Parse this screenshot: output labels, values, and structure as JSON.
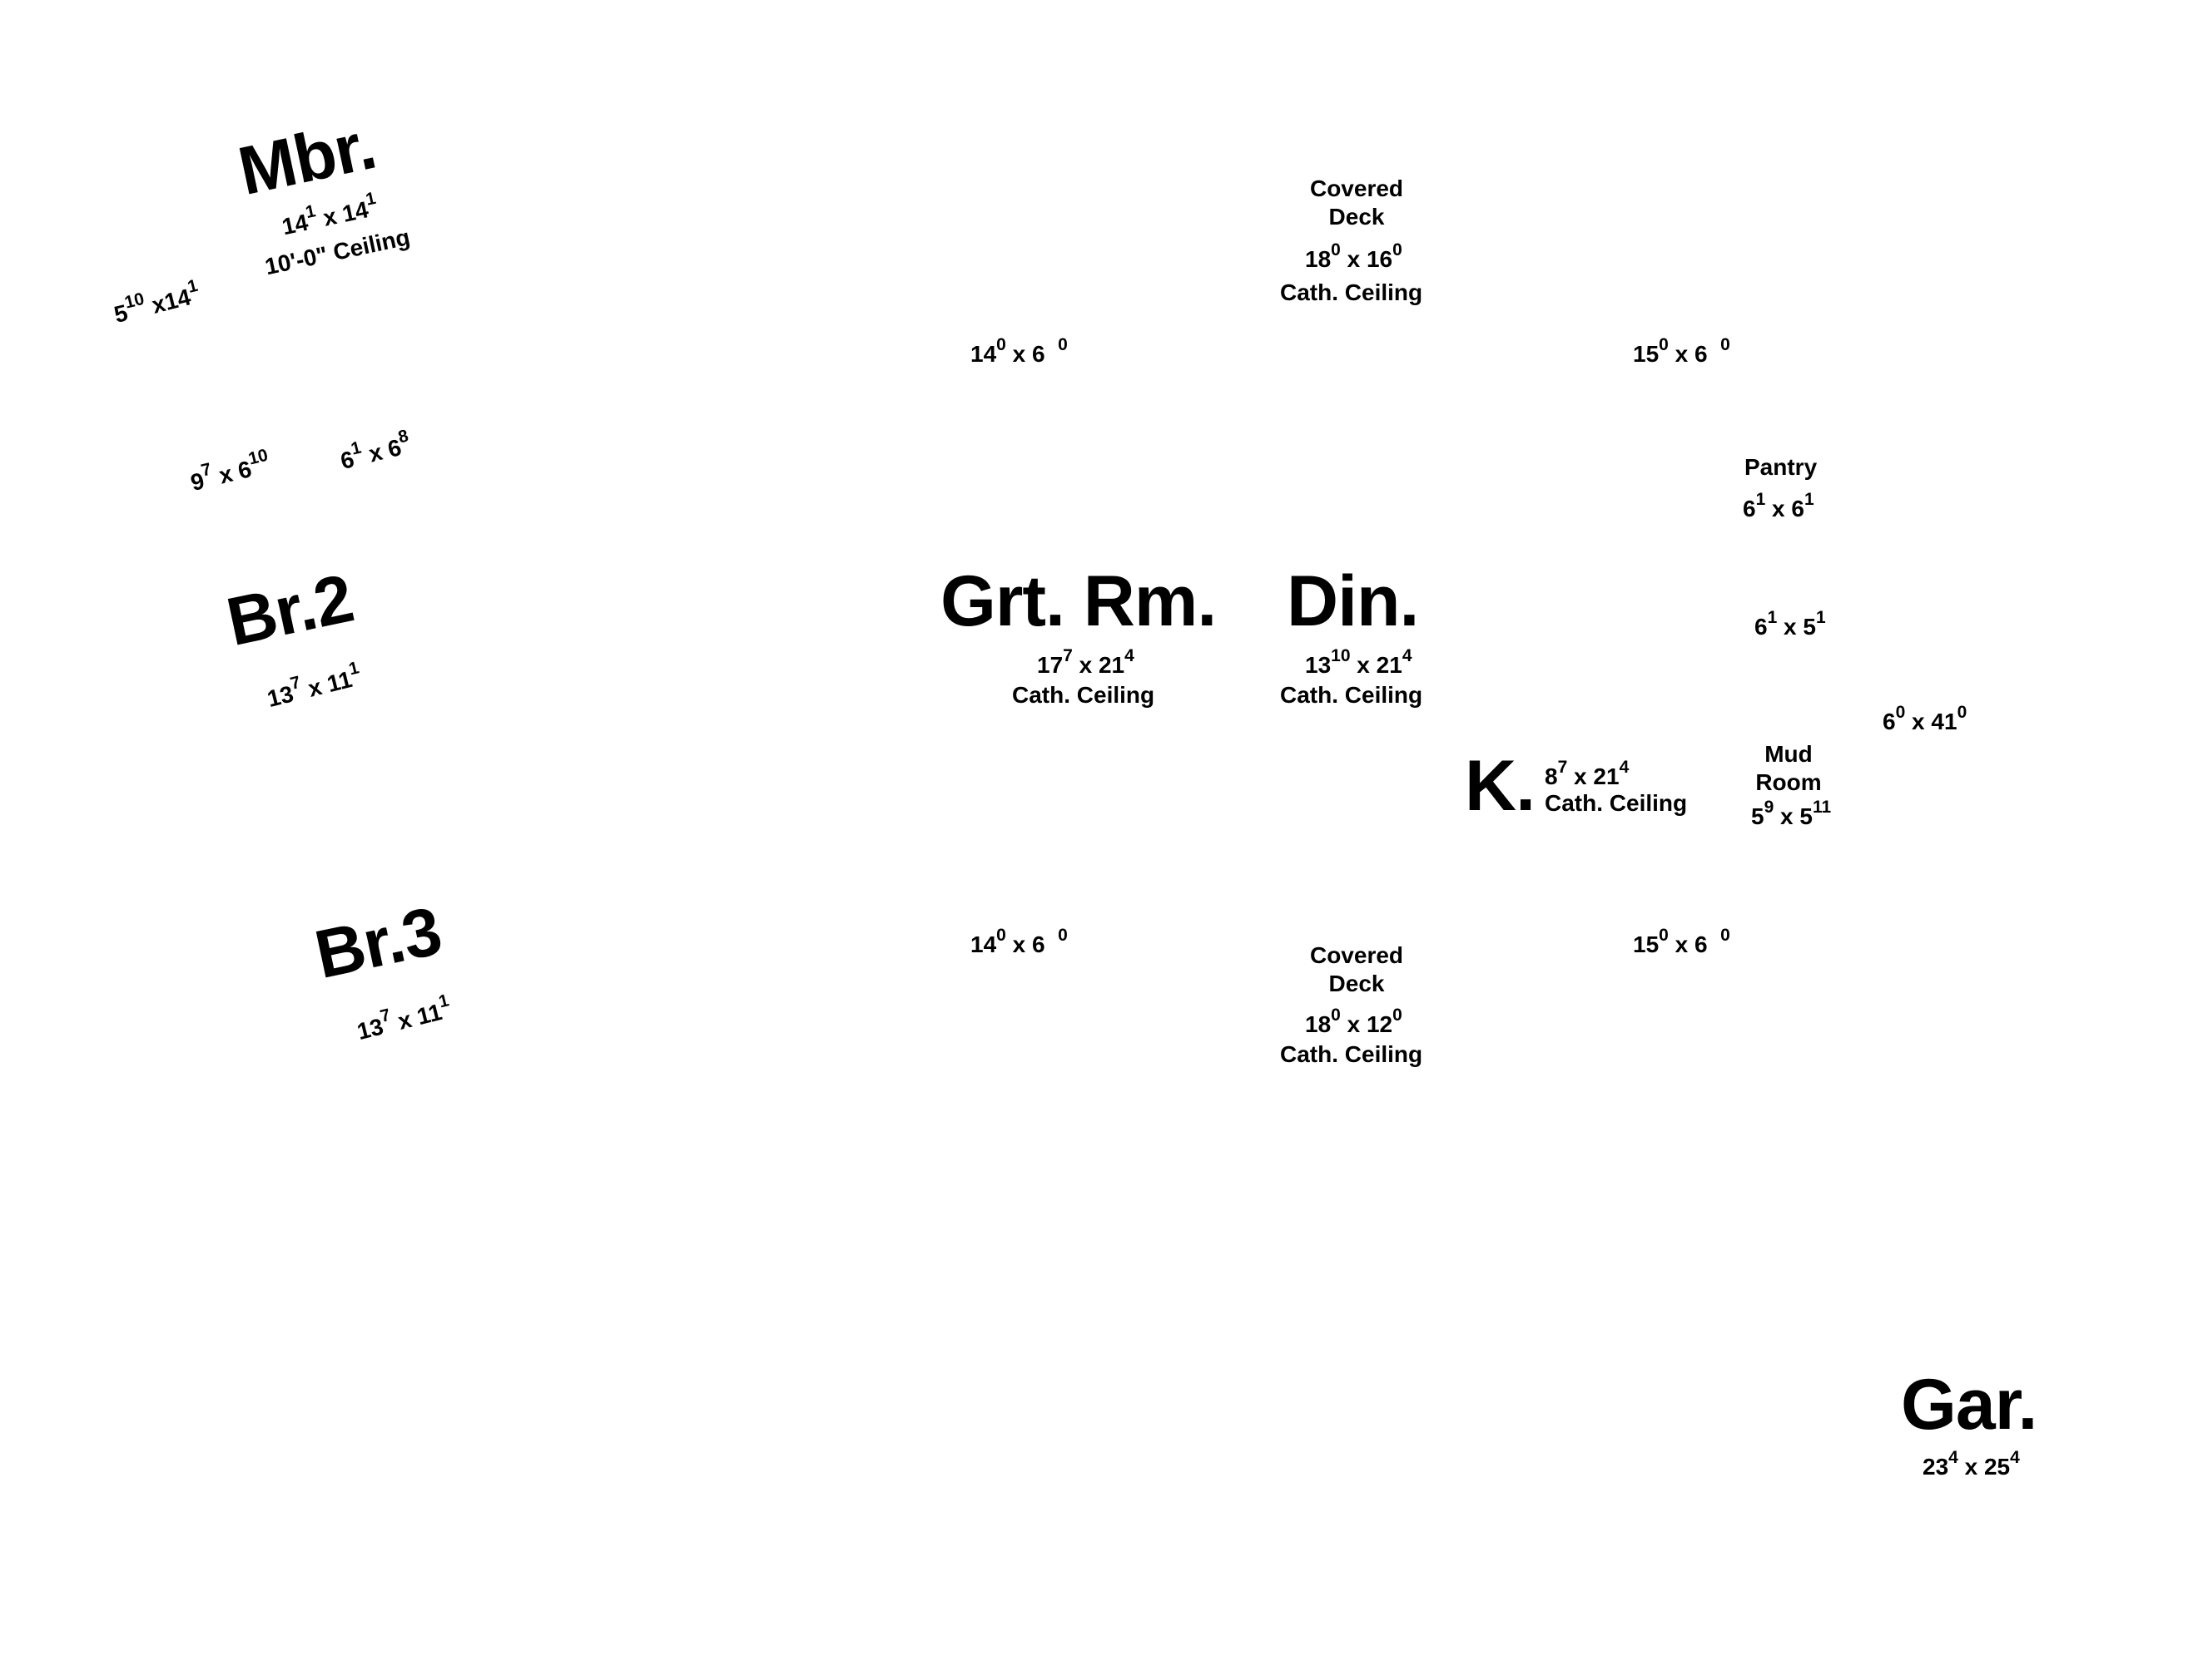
{
  "rooms": {
    "mbr": {
      "name": "Mbr.",
      "dim_a": "14",
      "dim_a_sup": "1",
      "dim_b": "14",
      "dim_b_sup": "1",
      "note": "10'-0\" Ceiling"
    },
    "mbr_closet": {
      "dim_a": "5",
      "dim_a_sup": "10",
      "dim_b": "14",
      "dim_b_sup": "1"
    },
    "bath_a": {
      "dim_a": "9",
      "dim_a_sup": "7",
      "dim_b": "6",
      "dim_b_sup": "10"
    },
    "bath_b": {
      "dim_a": "6",
      "dim_a_sup": "1",
      "dim_b": "6",
      "dim_b_sup": "8"
    },
    "br2": {
      "name": "Br.2",
      "dim_a": "13",
      "dim_a_sup": "7",
      "dim_b": "11",
      "dim_b_sup": "1"
    },
    "br3": {
      "name": "Br.3",
      "dim_a": "13",
      "dim_a_sup": "7",
      "dim_b": "11",
      "dim_b_sup": "1"
    },
    "covered_deck_top": {
      "name_line1": "Covered",
      "name_line2": "Deck",
      "dim_a": "18",
      "dim_a_sup": "0",
      "dim_b": "16",
      "dim_b_sup": "0",
      "note": "Cath. Ceiling"
    },
    "deck_top_left": {
      "dim_a": "14",
      "dim_a_sup": "0",
      "dim_b": "6",
      "dim_b_sup": "0"
    },
    "deck_top_right": {
      "dim_a": "15",
      "dim_a_sup": "0",
      "dim_b": "6",
      "dim_b_sup": "0"
    },
    "pantry": {
      "name": "Pantry",
      "dim_a": "6",
      "dim_a_sup": "1",
      "dim_b": "6",
      "dim_b_sup": "1"
    },
    "grt_rm": {
      "name": "Grt. Rm.",
      "dim_a": "17",
      "dim_a_sup": "7",
      "dim_b": "21",
      "dim_b_sup": "4",
      "note": "Cath. Ceiling"
    },
    "din": {
      "name": "Din.",
      "dim_a": "13",
      "dim_a_sup": "10",
      "dim_b": "21",
      "dim_b_sup": "4",
      "note": "Cath. Ceiling"
    },
    "laundry": {
      "dim_a": "6",
      "dim_a_sup": "1",
      "dim_b": "5",
      "dim_b_sup": "1"
    },
    "porch": {
      "dim_a": "6",
      "dim_a_sup": "0",
      "dim_b": "41",
      "dim_b_sup": "0"
    },
    "kitchen": {
      "name": "K.",
      "dim_a": "8",
      "dim_a_sup": "7",
      "dim_b": "21",
      "dim_b_sup": "4",
      "note": "Cath. Ceiling"
    },
    "mud_room": {
      "name_line1": "Mud",
      "name_line2": "Room",
      "dim_a": "5",
      "dim_a_sup": "9",
      "dim_b": "5",
      "dim_b_sup": "11"
    },
    "deck_bot_left": {
      "dim_a": "14",
      "dim_a_sup": "0",
      "dim_b": "6",
      "dim_b_sup": "0"
    },
    "deck_bot_right": {
      "dim_a": "15",
      "dim_a_sup": "0",
      "dim_b": "6",
      "dim_b_sup": "0"
    },
    "covered_deck_bot": {
      "name_line1": "Covered",
      "name_line2": "Deck",
      "dim_a": "18",
      "dim_a_sup": "0",
      "dim_b": "12",
      "dim_b_sup": "0",
      "note": "Cath. Ceiling"
    },
    "gar": {
      "name": "Gar.",
      "dim_a": "23",
      "dim_a_sup": "4",
      "dim_b": "25",
      "dim_b_sup": "4"
    }
  },
  "dim_separator": "x"
}
